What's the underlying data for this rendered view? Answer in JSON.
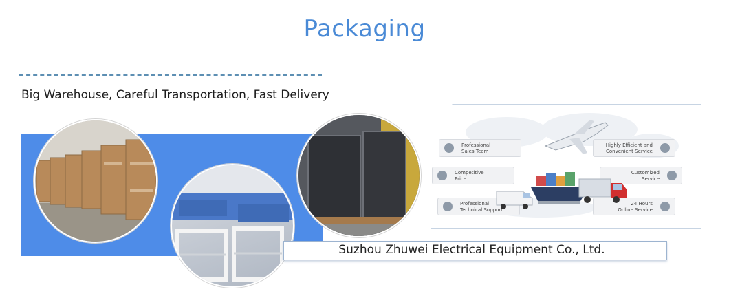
{
  "header": {
    "title": "Packaging",
    "subtitle": "Big Warehouse, Careful Transportation, Fast Delivery"
  },
  "photos": [
    {
      "name": "warehouse-boxes-photo"
    },
    {
      "name": "cabinet-frames-photo"
    },
    {
      "name": "wrapped-pallets-photo"
    }
  ],
  "services": {
    "left": [
      {
        "line1": "Professional",
        "line2": "Sales Team",
        "icon": "team-icon"
      },
      {
        "line1": "Competitive",
        "line2": "Price",
        "icon": "coins-icon"
      },
      {
        "line1": "Professional",
        "line2": "Technical Support",
        "icon": "support-icon"
      }
    ],
    "right": [
      {
        "line1": "Highly Efficient and",
        "line2": "Convenient Service",
        "icon": "group-icon"
      },
      {
        "line1": "Customized",
        "line2": "Service",
        "icon": "tools-icon"
      },
      {
        "line1": "24 Hours",
        "line2": "Online Service",
        "icon": "clock-24-icon"
      }
    ]
  },
  "footer": {
    "company": "Suzhou Zhuwei Electrical Equipment Co., Ltd."
  },
  "colors": {
    "accent": "#4a8ad6",
    "band": "#4e8ce8"
  }
}
